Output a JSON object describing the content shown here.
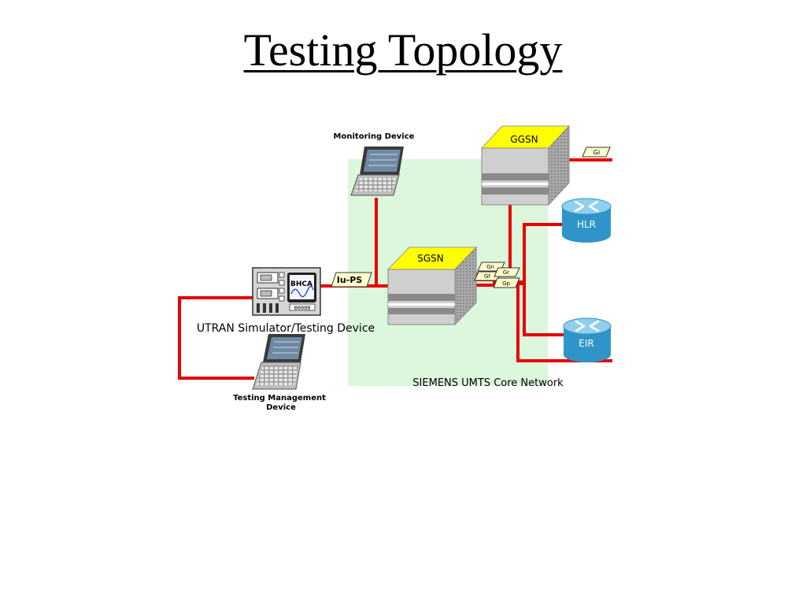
{
  "slide": {
    "title": "Testing Topology"
  },
  "diagram": {
    "monitoring_device": "Monitoring Device",
    "utran_simulator": "UTRAN Simulator/Testing Device",
    "bhca_display": "BHCA",
    "testing_management_line1": "Testing Management",
    "testing_management_line2": "Device",
    "iu_ps": "Iu-PS",
    "sgsn": "SGSN",
    "ggsn": "GGSN",
    "hlr": "HLR",
    "eir": "EIR",
    "gi": "Gi",
    "gn": "Gn",
    "gf": "Gf",
    "gr": "Gr",
    "gp": "Gp",
    "core_network": "SIEMENS UMTS Core Network"
  },
  "colors": {
    "link_red": "#e60000",
    "core_bg": "#dcf7dc",
    "node_yellow": "#ffff00",
    "node_gray": "#cfcfcf",
    "router_blue": "#2f95c8",
    "tag_bg": "#ffffcc"
  }
}
